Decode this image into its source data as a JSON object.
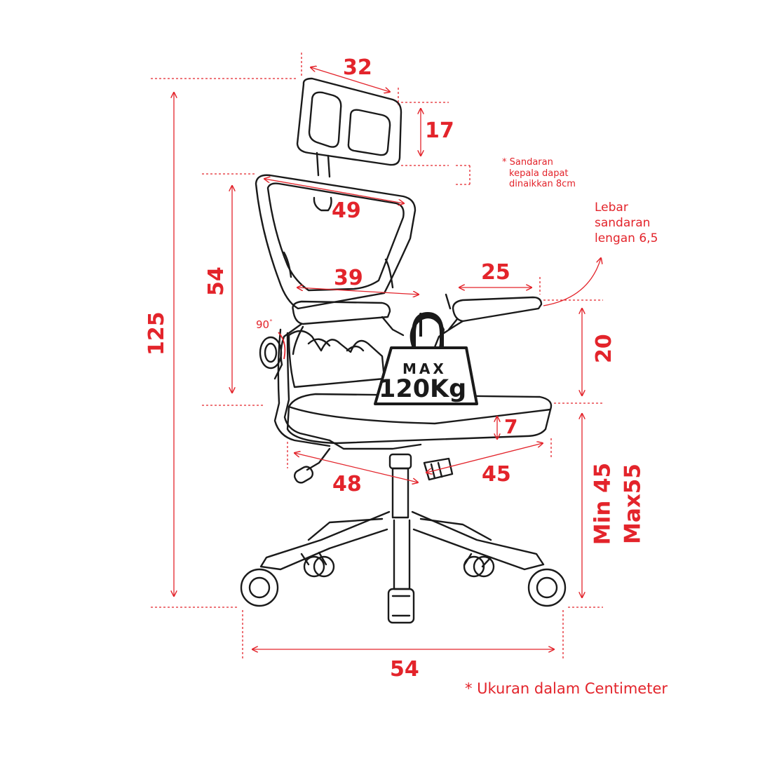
{
  "dimensions": {
    "headrest_width": "32",
    "headrest_height": "17",
    "backrest_top_width": "49",
    "backrest_height": "54",
    "backrest_mid_width": "39",
    "armrest_length": "25",
    "armrest_height": "20",
    "total_height": "125",
    "recline_angle": "90",
    "seat_thickness": "7",
    "seat_depth": "48",
    "seat_width": "45",
    "seat_height_min": "Min 45",
    "seat_height_max": "Max55",
    "base_width": "54"
  },
  "weight_badge": {
    "line1": "MAX",
    "line2": "120Kg"
  },
  "notes": {
    "headrest_adjust": [
      "* Sandaran",
      "kepala dapat",
      "dinaikkan 8cm"
    ],
    "armrest_width": [
      "Lebar",
      "sandaran",
      "lengan 6,5"
    ],
    "units": "* Ukuran dalam Centimeter"
  },
  "colors": {
    "accent": "#e3242b",
    "line": "#1a1a1a",
    "background": "#ffffff"
  }
}
